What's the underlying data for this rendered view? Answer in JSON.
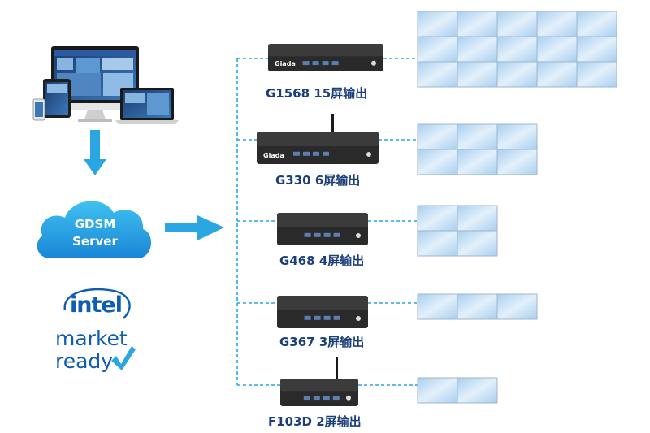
{
  "colors": {
    "accent_blue": "#2aa6e3",
    "label_navy": "#1c3f7a",
    "screen_fill": "#c3ddf3",
    "screen_border": "#9fb6cc",
    "intel_blue": "#0f5db1",
    "device_body": "#2a2a2a"
  },
  "icons": [
    "computer-monitor-icon",
    "laptop-icon",
    "tablet-icon",
    "phone-icon",
    "cloud-icon",
    "down-arrow-icon",
    "right-arrow-icon",
    "intel-logo",
    "checkmark-icon"
  ],
  "server": {
    "line1": "GDSM",
    "line2": "Server"
  },
  "intel_badge": {
    "brand": "intel",
    "line1": "market",
    "line2": "ready"
  },
  "devices": [
    {
      "model": "G1568",
      "label": "G1568 15屏输出",
      "brand_mark": "Giada",
      "wall_cols": 5,
      "wall_rows": 3
    },
    {
      "model": "G330",
      "label": "G330 6屏输出",
      "brand_mark": "Giada",
      "wall_cols": 3,
      "wall_rows": 2
    },
    {
      "model": "G468",
      "label": "G468 4屏输出",
      "brand_mark": "",
      "wall_cols": 2,
      "wall_rows": 2
    },
    {
      "model": "G367",
      "label": "G367 3屏输出",
      "brand_mark": "",
      "wall_cols": 3,
      "wall_rows": 1
    },
    {
      "model": "F103D",
      "label": "F103D 2屏输出",
      "brand_mark": "",
      "wall_cols": 2,
      "wall_rows": 1
    }
  ]
}
